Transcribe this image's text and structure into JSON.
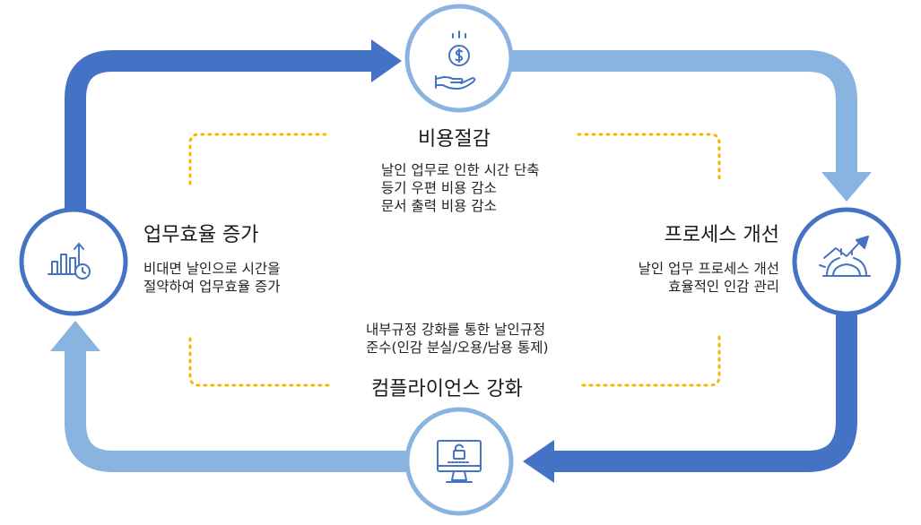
{
  "colors": {
    "dark_blue": "#4472C4",
    "light_blue": "#8AB4E0",
    "dotted_gold": "#F5B800"
  },
  "nodes": {
    "top": {
      "icon": "hand-coin-icon",
      "title": "비용절감",
      "lines": [
        "날인 업무로 인한 시간 단축",
        "등기 우편 비용 감소",
        "문서 출력 비용 감소"
      ]
    },
    "right": {
      "icon": "gear-trend-icon",
      "title": "프로세스 개선",
      "lines": [
        "날인 업무 프로세스 개선",
        "효율적인 인감 관리"
      ]
    },
    "bottom": {
      "icon": "monitor-lock-icon",
      "title": "컴플라이언스 강화",
      "lines": [
        "내부규정 강화를 통한 날인규정",
        "준수(인감 분실/오용/남용 통제)"
      ]
    },
    "left": {
      "icon": "chart-clock-icon",
      "title": "업무효율 증가",
      "lines": [
        "비대면 날인으로 시간을",
        "절약하여 업무효율 증가"
      ]
    }
  }
}
